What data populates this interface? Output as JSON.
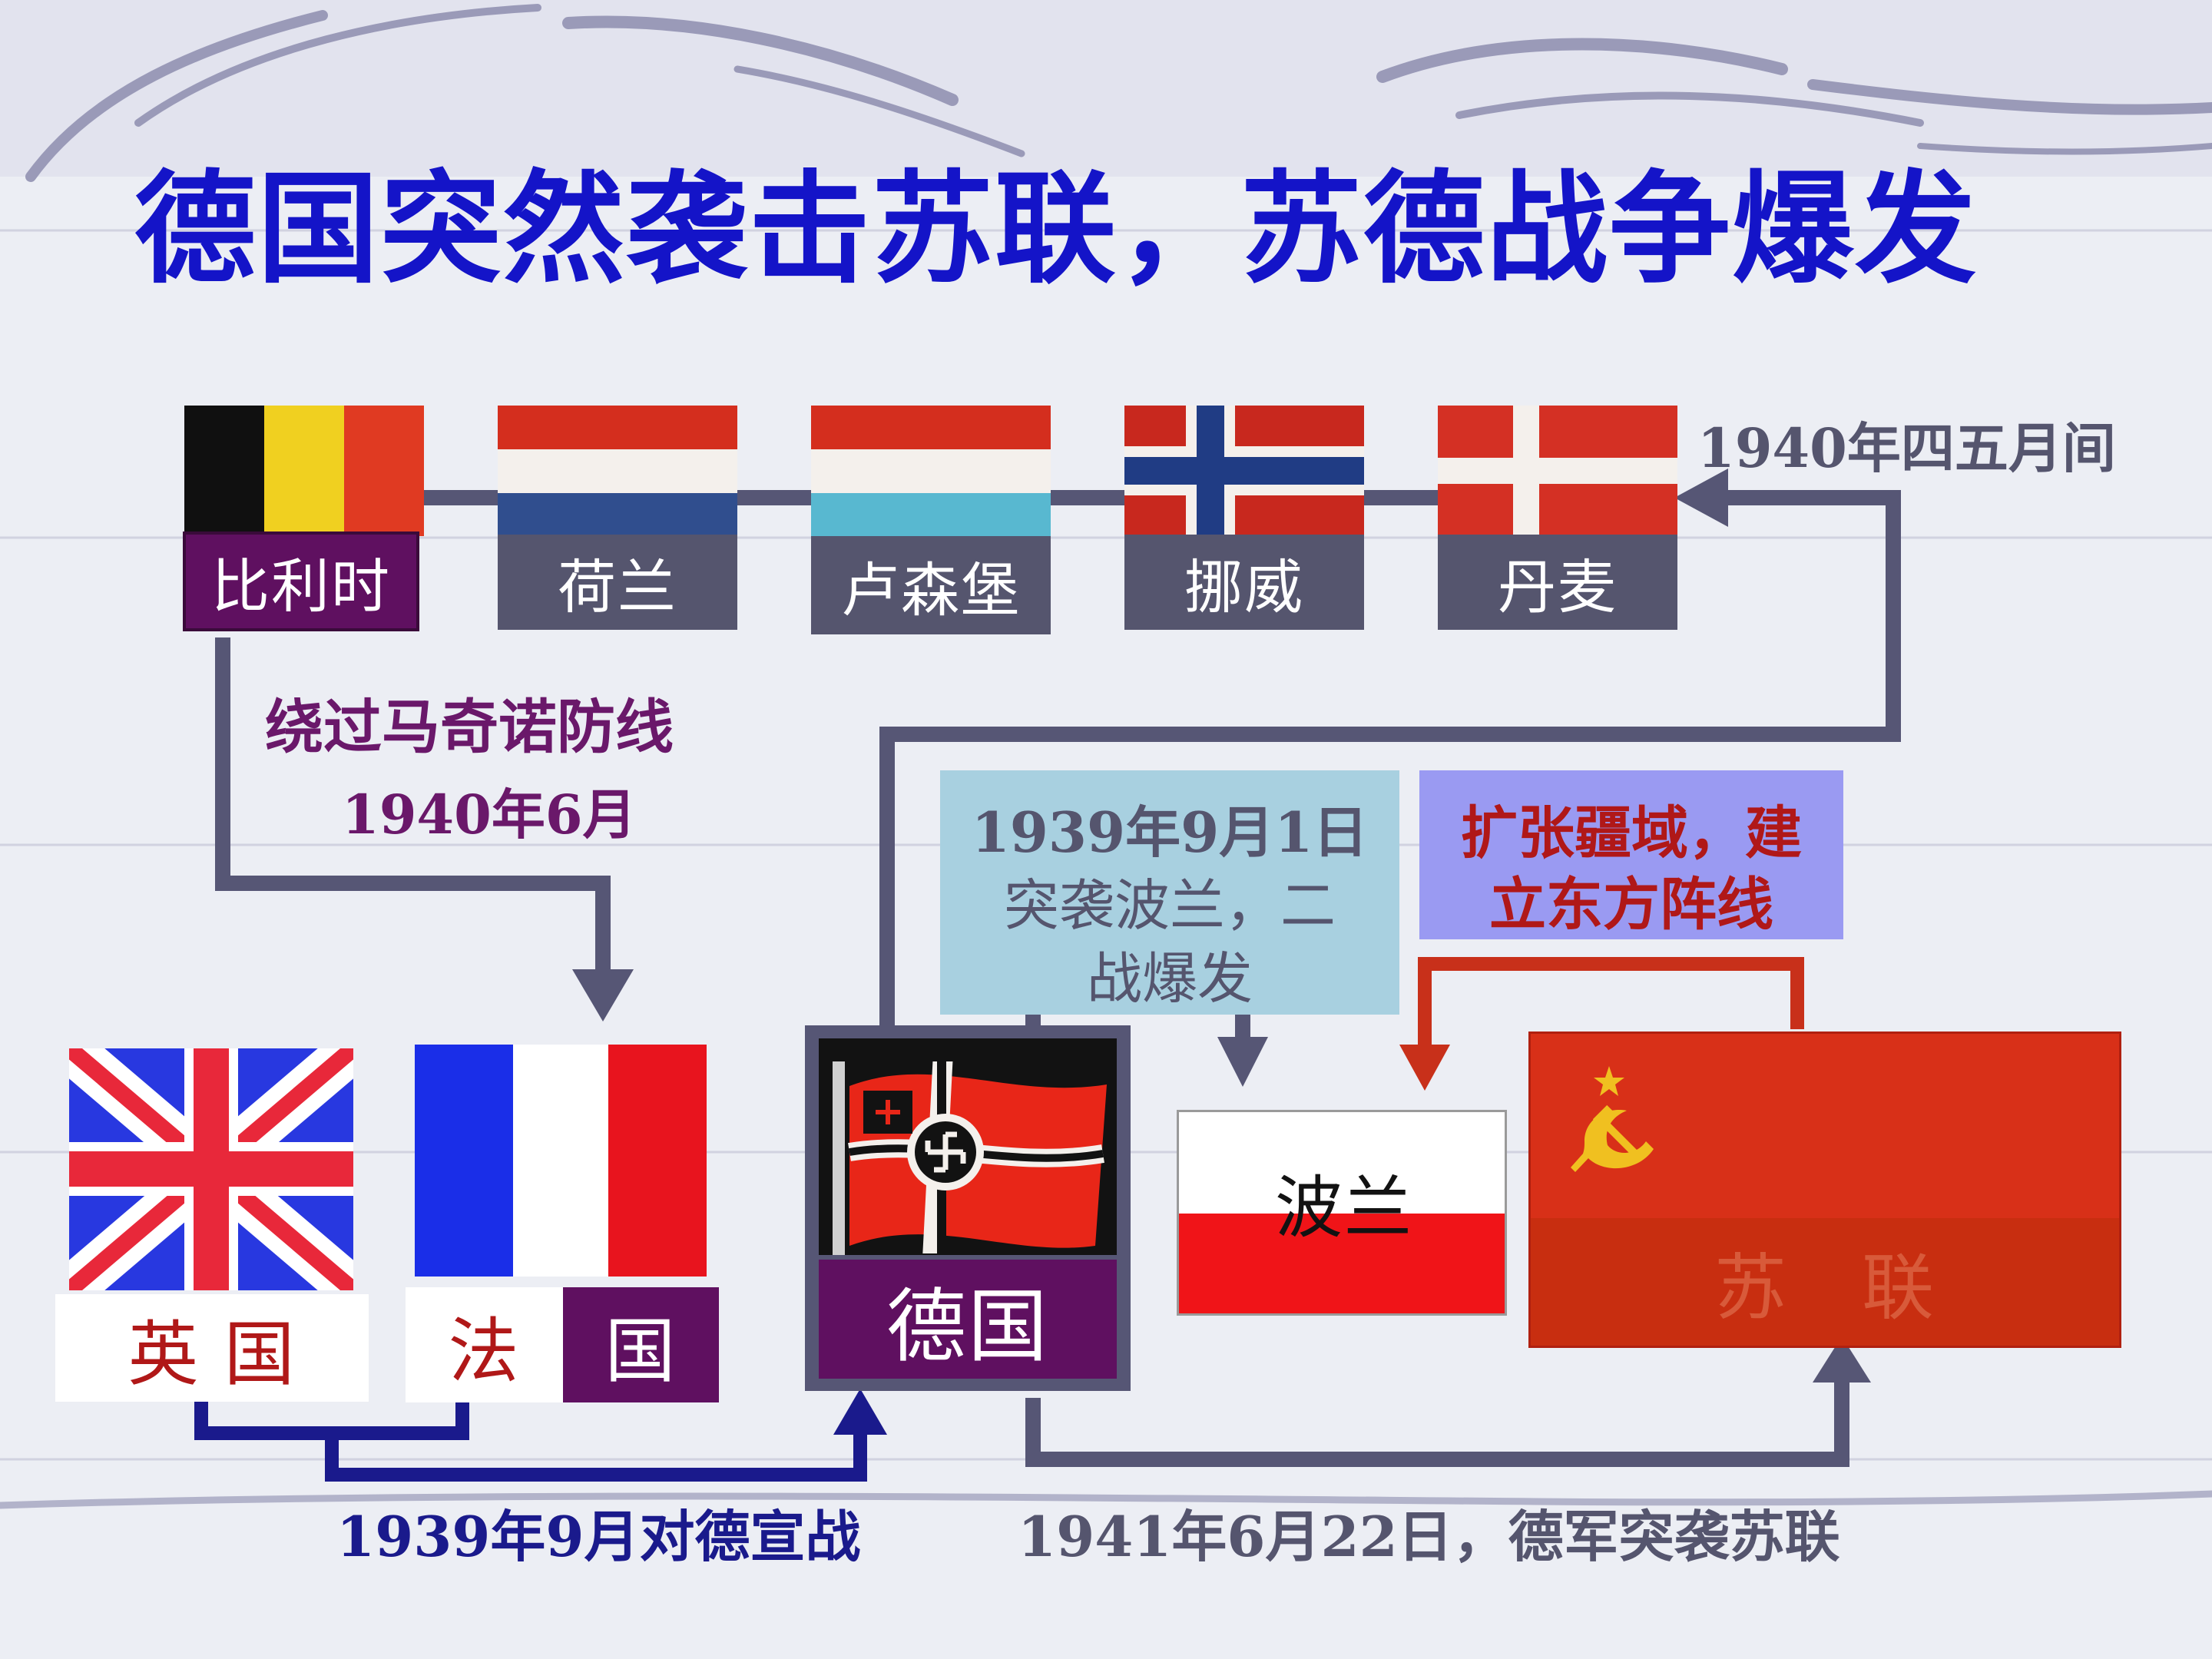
{
  "title": "德国突然袭击苏联，苏德战争爆发",
  "countries": {
    "belgium": "比利时",
    "netherlands": "荷兰",
    "luxembourg": "卢森堡",
    "norway": "挪威",
    "denmark": "丹麦",
    "britain": "英 国",
    "france_1": "法",
    "france_2": "国",
    "germany": "德国",
    "poland": "波兰",
    "ussr": "苏　联"
  },
  "notes": {
    "spring_1940": "1940年四五月间",
    "maginot_line": "绕过马奇诺防线",
    "june_1940": "1940年6月",
    "poland_attack_line1": "1939年9月1日",
    "poland_attack_line2": "突袭波兰，二",
    "poland_attack_line3": "战爆发",
    "ussr_expansion_line1": "扩张疆域，建",
    "ussr_expansion_line2": "立东方阵线",
    "declare_war": "1939年9月对德宣战",
    "barbarossa": "1941年6月22日，德军突袭苏联"
  },
  "colors": {
    "title": "#1414c8",
    "arrow": "#565675",
    "arrow_dark": "#1a1a8c",
    "arrow_red": "#c8301a",
    "label_box": "#55556e",
    "purple": "#5f1060",
    "light_blue_box": "#a8d0e0",
    "lavender_box": "#9a9af2",
    "ussr_red": "#d83018",
    "dark_red_text": "#b01818",
    "purple_text": "#6a186a"
  }
}
